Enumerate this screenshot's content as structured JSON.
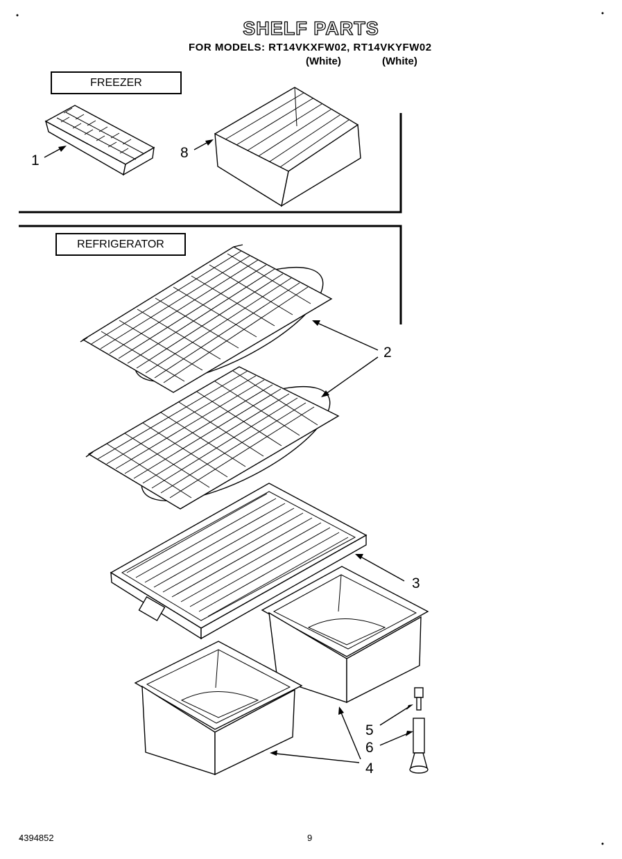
{
  "header": {
    "title": "SHELF PARTS",
    "models_line": "FOR MODELS: RT14VKXFW02, RT14VKYFW02",
    "color_left": "(White)",
    "color_right": "(White)"
  },
  "sections": {
    "freezer": "FREEZER",
    "refrigerator": "REFRIGERATOR"
  },
  "callouts": {
    "p1": "1",
    "p8": "8",
    "p2": "2",
    "p3": "3",
    "p4": "4",
    "p5": "5",
    "p6": "6"
  },
  "footer": {
    "doc_number": "4394852",
    "page_number": "9"
  }
}
